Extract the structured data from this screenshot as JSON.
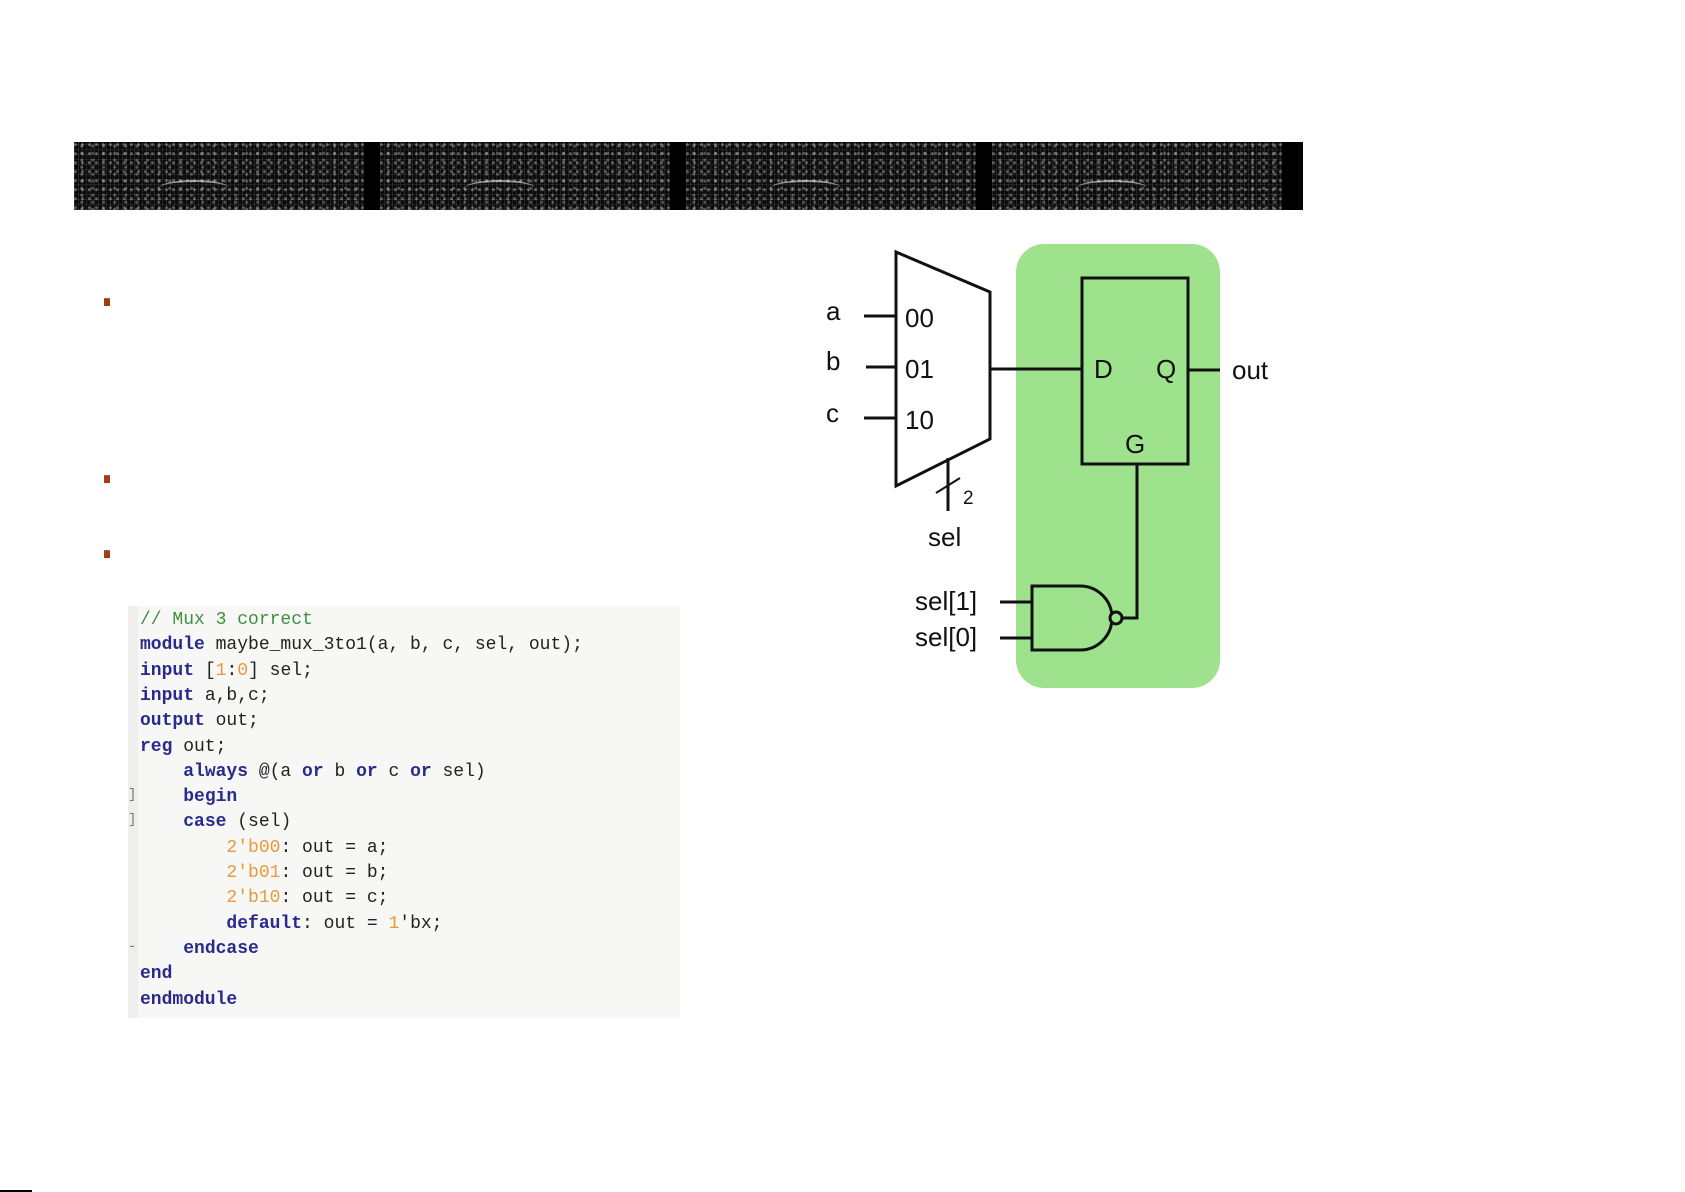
{
  "banner": {
    "tile_count": 4,
    "background": "#050505"
  },
  "bullets": [
    {
      "text": ""
    },
    {
      "text": ""
    },
    {
      "text": ""
    }
  ],
  "bullet_color": "#a63a15",
  "code": {
    "lines": [
      {
        "segments": [
          {
            "t": "// Mux 3 correct",
            "c": "cm"
          }
        ]
      },
      {
        "segments": [
          {
            "t": "module",
            "c": "kw"
          },
          {
            "t": " maybe_mux_3to1(a, b, c, sel, out);",
            "c": ""
          }
        ]
      },
      {
        "segments": [
          {
            "t": "input",
            "c": "kw"
          },
          {
            "t": " [",
            "c": ""
          },
          {
            "t": "1",
            "c": "num"
          },
          {
            "t": ":",
            "c": ""
          },
          {
            "t": "0",
            "c": "num"
          },
          {
            "t": "] sel;",
            "c": ""
          }
        ]
      },
      {
        "segments": [
          {
            "t": "input",
            "c": "kw"
          },
          {
            "t": " a,b,c;",
            "c": ""
          }
        ]
      },
      {
        "segments": [
          {
            "t": "output",
            "c": "kw"
          },
          {
            "t": " out;",
            "c": ""
          }
        ]
      },
      {
        "segments": [
          {
            "t": "reg",
            "c": "kw"
          },
          {
            "t": " out;",
            "c": ""
          }
        ]
      },
      {
        "segments": [
          {
            "t": "    ",
            "c": ""
          },
          {
            "t": "always",
            "c": "kw"
          },
          {
            "t": " @(a ",
            "c": ""
          },
          {
            "t": "or",
            "c": "kw"
          },
          {
            "t": " b ",
            "c": ""
          },
          {
            "t": "or",
            "c": "kw"
          },
          {
            "t": " c ",
            "c": ""
          },
          {
            "t": "or",
            "c": "kw"
          },
          {
            "t": " sel)",
            "c": ""
          }
        ]
      },
      {
        "segments": [
          {
            "t": "    ",
            "c": ""
          },
          {
            "t": "begin",
            "c": "kw"
          }
        ]
      },
      {
        "segments": [
          {
            "t": "    ",
            "c": ""
          },
          {
            "t": "case",
            "c": "kw"
          },
          {
            "t": " (sel)",
            "c": ""
          }
        ]
      },
      {
        "segments": [
          {
            "t": "        ",
            "c": ""
          },
          {
            "t": "2'b00",
            "c": "num"
          },
          {
            "t": ": out = a;",
            "c": ""
          }
        ]
      },
      {
        "segments": [
          {
            "t": "        ",
            "c": ""
          },
          {
            "t": "2'b01",
            "c": "num"
          },
          {
            "t": ": out = b;",
            "c": ""
          }
        ]
      },
      {
        "segments": [
          {
            "t": "        ",
            "c": ""
          },
          {
            "t": "2'b10",
            "c": "num"
          },
          {
            "t": ": out = c;",
            "c": ""
          }
        ]
      },
      {
        "segments": [
          {
            "t": "        ",
            "c": ""
          },
          {
            "t": "default",
            "c": "kw"
          },
          {
            "t": ": out = ",
            "c": ""
          },
          {
            "t": "1",
            "c": "num"
          },
          {
            "t": "'bx;",
            "c": ""
          }
        ]
      },
      {
        "segments": [
          {
            "t": "    ",
            "c": ""
          },
          {
            "t": "endcase",
            "c": "kw"
          }
        ]
      },
      {
        "segments": [
          {
            "t": "end",
            "c": "kw"
          }
        ]
      },
      {
        "segments": [
          {
            "t": "endmodule",
            "c": "kw"
          }
        ]
      }
    ],
    "fold_markers": [
      {
        "line": 7,
        "glyph": "]"
      },
      {
        "line": 8,
        "glyph": "]"
      },
      {
        "line": 13,
        "glyph": "-"
      }
    ]
  },
  "diagram": {
    "mux_inputs": [
      {
        "signal": "a",
        "select_code": "00"
      },
      {
        "signal": "b",
        "select_code": "01"
      },
      {
        "signal": "c",
        "select_code": "10"
      }
    ],
    "select_bus_width": "2",
    "select_label": "sel",
    "latch": {
      "d_label": "D",
      "q_label": "Q",
      "g_label": "G"
    },
    "output_label": "out",
    "nand_inputs": [
      "sel[1]",
      "sel[0]"
    ],
    "highlight_color": "#9fe28e"
  }
}
